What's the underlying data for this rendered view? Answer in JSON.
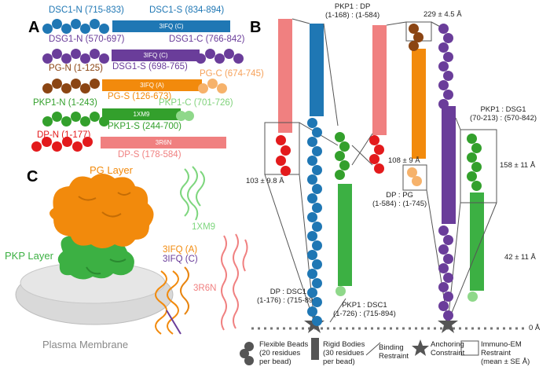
{
  "panels": {
    "a": "A",
    "b": "B",
    "c": "C"
  },
  "colors": {
    "dsc1": "#1f77b4",
    "dsg1": "#6a3d9a",
    "pg": "#f28a0c",
    "pkp1": "#33a02c",
    "dp": "#e31a1c",
    "dp_bar": "#f08080",
    "pg_dark": "#8b4513"
  },
  "panel_a": {
    "dsc1": {
      "n": "DSC1-N (715-833)",
      "s": "DSC1-S (834-894)",
      "pdb": "3IFQ (C)"
    },
    "dsg1": {
      "n": "DSG1-N (570-697)",
      "c": "DSG1-C (766-842)",
      "pdb": "3IFQ (C)",
      "s": "DSG1-S (698-765)"
    },
    "pg": {
      "n": "PG-N (1-125)",
      "pdb": "3IFQ (A)",
      "c": "PG-C (674-745)",
      "s": "PG-S (126-673)"
    },
    "pkp1": {
      "n": "PKP1-N (1-243)",
      "c": "PKP1-C (701-726)",
      "pdb": "1XM9",
      "s": "PKP1-S (244-700)"
    },
    "dp": {
      "n": "DP-N (1-177)",
      "pdb": "3R6N",
      "s": "DP-S (178-584)"
    }
  },
  "panel_b": {
    "pkp1_dp": {
      "top": "PKP1  :  DP",
      "bottom": "(1-168) : (1-584)"
    },
    "dist_229": "229 ± 4.5 Å",
    "pkp1_dsg1": {
      "top": "PKP1  :  DSG1",
      "bottom": "(70-213) : (570-842)"
    },
    "dist_103": "103 ± 9.8 Å",
    "dist_108": "108 ± 9 Å",
    "dp_pg": {
      "top": "DP   :   PG",
      "bottom": "(1-584) : (1-745)"
    },
    "dist_158": "158 ± 11 Å",
    "dist_42": "42 ± 11 Å",
    "dp_dsc1": {
      "top": "DP    :   DSC1",
      "bottom": "(1-176) : (715-894)"
    },
    "pkp1_dsc1": {
      "top": "PKP1 :   DSC1",
      "bottom": "(1-726) : (715-894)"
    },
    "zero": "0 Å"
  },
  "legend": {
    "beads": [
      "Flexible Beads",
      "(20 residues",
      "per bead)"
    ],
    "rigid": [
      "Rigid Bodies",
      "(30 residues",
      "per bead)"
    ],
    "binding": [
      "Binding",
      "Restraint"
    ],
    "anchor": [
      "Anchoring",
      "Constraint"
    ],
    "immuno": [
      "Immuno-EM",
      "Restraint",
      "(mean ± SE Å)"
    ]
  },
  "panel_c": {
    "pg_layer": "PG Layer",
    "pkp_layer": "PKP Layer",
    "membrane": "Plasma  Membrane",
    "s1": "1XM9",
    "s2a": "3IFQ (A)",
    "s2b": "3IFQ (C)",
    "s3": "3R6N"
  }
}
